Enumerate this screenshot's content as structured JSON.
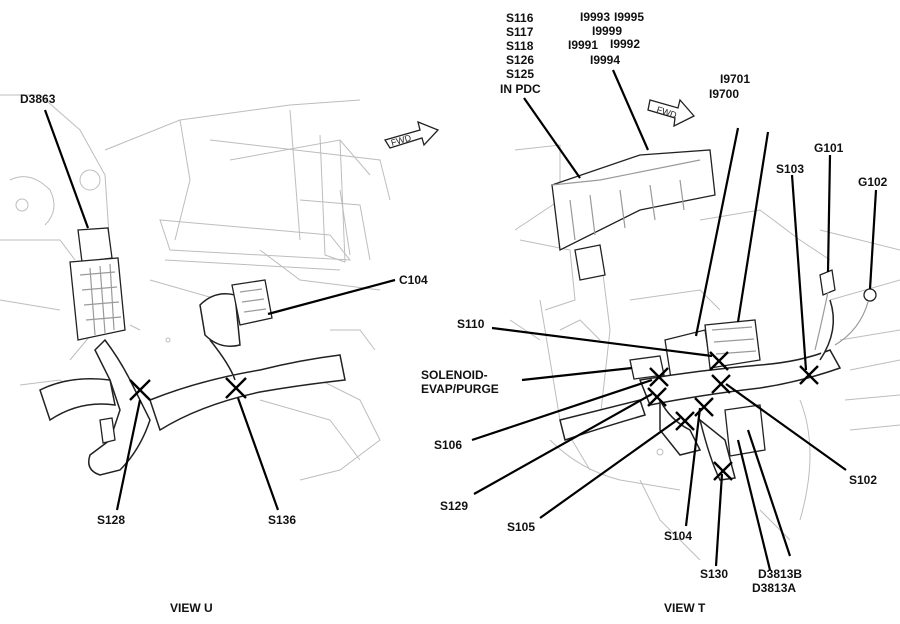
{
  "views": {
    "u": {
      "title": "VIEW U",
      "labels": {
        "d3863": "D3863",
        "c104": "C104",
        "s128": "S128",
        "s136": "S136"
      }
    },
    "t": {
      "title": "VIEW T",
      "fwd": "FWD",
      "pdc_block": [
        "S116",
        "S117",
        "S118",
        "S126",
        "S125",
        "IN PDC"
      ],
      "i_block": [
        "I9993",
        "I9995",
        "I9999",
        "I9991",
        "I9992",
        "I9994"
      ],
      "i9701": "I9701",
      "i9700": "I9700",
      "g101": "G101",
      "g102": "G102",
      "s103": "S103",
      "s110": "S110",
      "solenoid": [
        "SOLENOID-",
        "EVAP/PURGE"
      ],
      "s106": "S106",
      "s129": "S129",
      "s105": "S105",
      "s104": "S104",
      "s130": "S130",
      "s102": "S102",
      "d3813b": "D3813B",
      "d3813a": "D3813A"
    },
    "fwd_u": "FWD"
  }
}
